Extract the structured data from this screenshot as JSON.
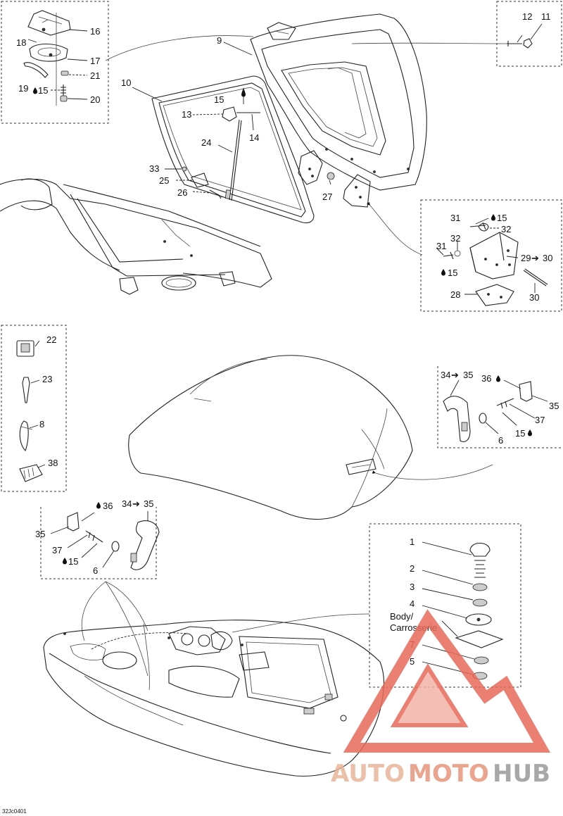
{
  "diagram": {
    "code": "32Jc0401",
    "watermark": {
      "part1": "AUTO",
      "part2": "MOTO",
      "part3": "HUB"
    },
    "labels": {
      "l16": "16",
      "l17": "17",
      "l18": "18",
      "l21": "21",
      "l19": "19",
      "l15a": "15",
      "l20": "20",
      "l9": "9",
      "l12": "12",
      "l11": "11",
      "l10": "10",
      "l15b": "15",
      "l13": "13",
      "l14": "14",
      "l24": "24",
      "l33": "33",
      "l25": "25",
      "l26": "26",
      "l27": "27",
      "l31a": "31",
      "l15c": "15",
      "l32a": "32",
      "l32b": "32",
      "l31b": "31",
      "l29": "29",
      "l30a": "30",
      "l15d": "15",
      "l28": "28",
      "l30b": "30",
      "l22": "22",
      "l23": "23",
      "l8": "8",
      "l38": "38",
      "l34a": "34",
      "l35a": "35",
      "l36a": "36",
      "l35b": "35",
      "l37a": "37",
      "l15e": "15",
      "l6a": "6",
      "l36b": "36",
      "l34b": "34",
      "l35c": "35",
      "l35d": "35",
      "l37b": "37",
      "l15f": "15",
      "l6b": "6",
      "l1": "1",
      "l2": "2",
      "l3": "3",
      "l4": "4",
      "body1": "Body/",
      "body2": "Carrosserie",
      "l7": "7",
      "l5": "5"
    }
  }
}
